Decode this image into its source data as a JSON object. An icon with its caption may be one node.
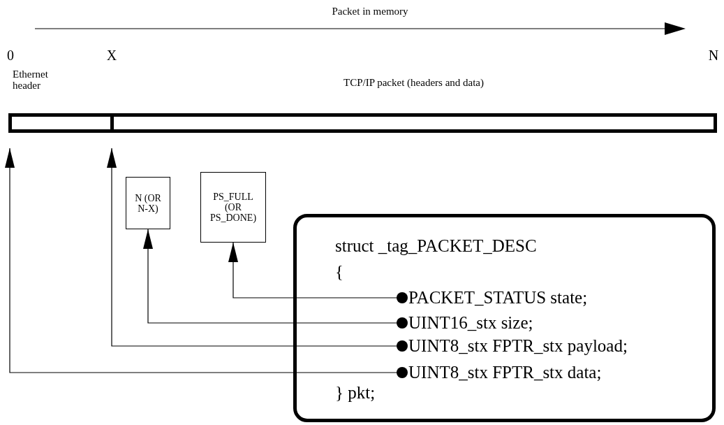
{
  "diagram": {
    "nodes": [
      {
        "text": [
          "struct _tag_PACKET_DESC",
          "{",
          "} pkt;"
        ]
      },
      {
        "text": [
          "PACKET_STATUS state;"
        ],
        "in": 0
      },
      {
        "text": [
          "UINT16_stx size;"
        ],
        "in": 0
      },
      {
        "text": [
          "UINT8_stx FPTR_stx payload;"
        ],
        "in": 0
      },
      {
        "text": [
          "UINT8_stx FPTR_stx data;"
        ],
        "in": 0
      },
      {
        "text": [
          "N (OR N-X)"
        ]
      },
      {
        "text": [
          "PS_FULL (OR PS_DONE)"
        ]
      },
      {
        "text": [
          "Ethernet header"
        ]
      },
      {
        "text": [
          "TCP/IP packet (headers and data)"
        ]
      }
    ],
    "edges": [
      {
        "from": 1,
        "to": 6,
        "arrow": "to"
      },
      {
        "from": 2,
        "to": 5,
        "arrow": "to"
      },
      {
        "from": 3,
        "to": 8,
        "arrow": "to"
      },
      {
        "from": 4,
        "to": 7,
        "arrow": "to"
      }
    ],
    "labels": [
      "Packet in memory",
      "0",
      "X",
      "N"
    ]
  }
}
